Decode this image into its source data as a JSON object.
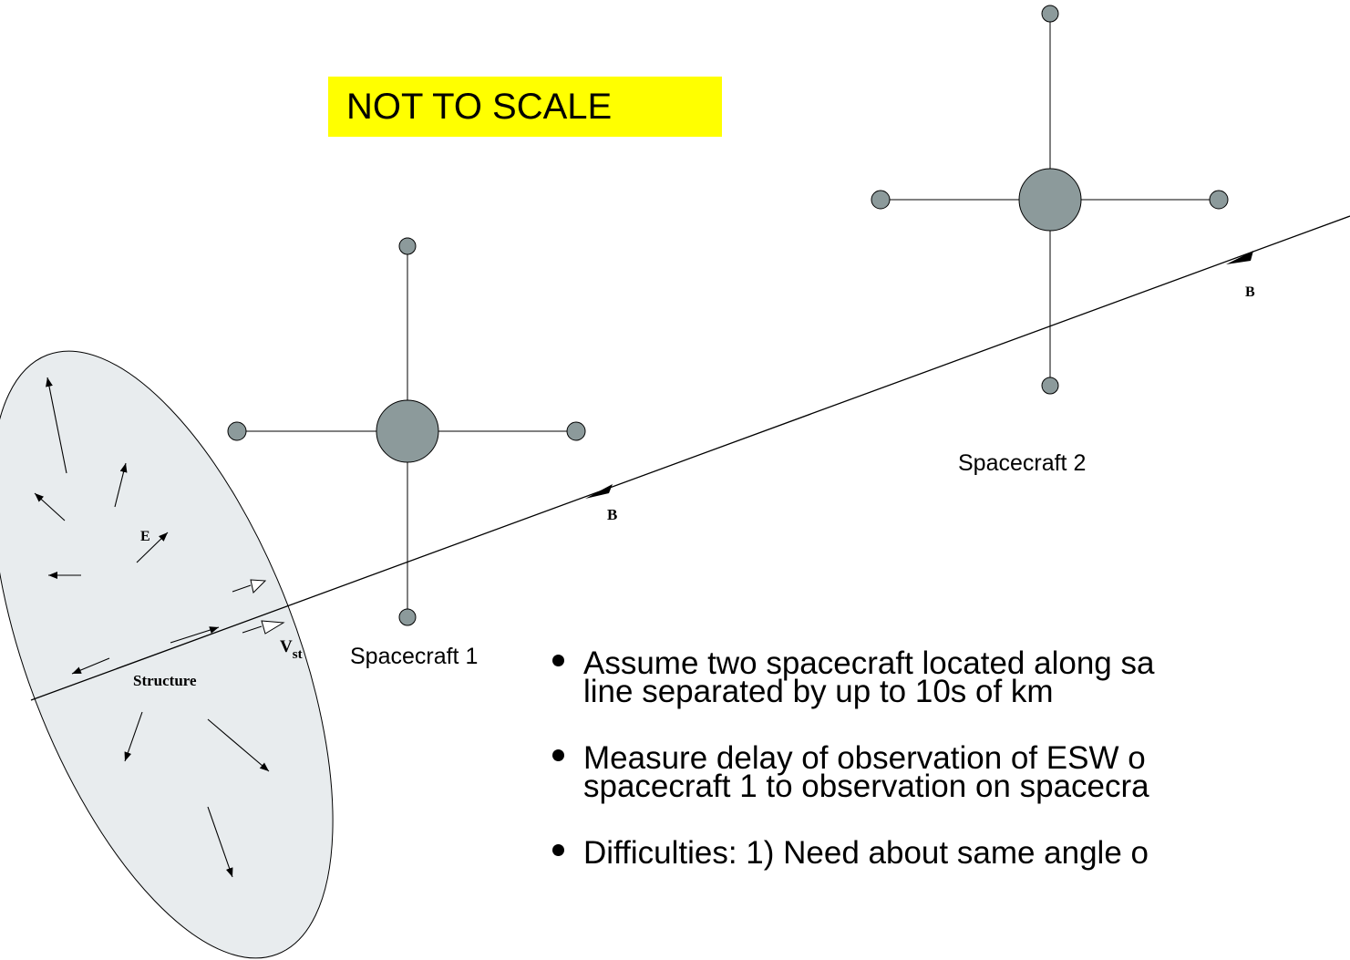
{
  "banner": {
    "text": "NOT TO SCALE",
    "color": "#ffff00"
  },
  "colors": {
    "spacecraft_fill": "#8c9a9b",
    "structure_fill": "#e8ecee",
    "line": "#000000"
  },
  "labels": {
    "spacecraft1": "Spacecraft 1",
    "spacecraft2": "Spacecraft 2",
    "b_field_1": "B",
    "b_field_2": "B",
    "e_field": "E",
    "structure": "Structure",
    "v_main": "V",
    "v_sub": "st"
  },
  "bullets": [
    {
      "line1": "Assume two spacecraft located along sa",
      "line2": "line separated by up to 10s of km"
    },
    {
      "line1": "Measure delay of observation of ESW o",
      "line2": "spacecraft 1 to observation on spacecra"
    },
    {
      "line1": "Difficulties:  1) Need about same angle o",
      "line2": ""
    }
  ]
}
